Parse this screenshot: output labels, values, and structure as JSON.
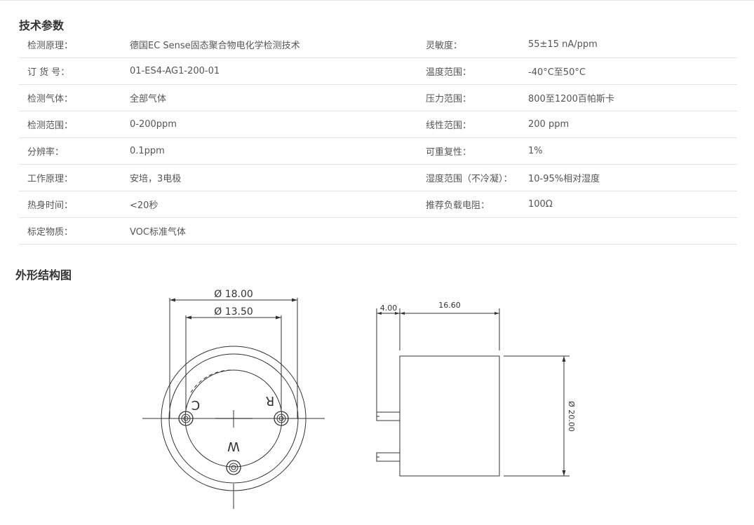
{
  "sections": {
    "specs_title": "技术参数",
    "drawing_title": "外形结构图"
  },
  "specs": [
    {
      "label1": "检测原理：",
      "value1": "德国EC Sense固态聚合物电化学检测技术",
      "label2": "灵敏度：",
      "value2": "55±15 nA/ppm"
    },
    {
      "label1": "订 货 号：",
      "value1": "01-ES4-AG1-200-01",
      "label2": "温度范围：",
      "value2": "-40°C至50°C"
    },
    {
      "label1": "检测气体：",
      "value1": "全部气体",
      "label2": "压力范围：",
      "value2": "800至1200百帕斯卡"
    },
    {
      "label1": "检测范围：",
      "value1": "0-200ppm",
      "label2": "线性范围：",
      "value2": "200 ppm"
    },
    {
      "label1": "分辨率：",
      "value1": "0.1ppm",
      "label2": "可重复性：",
      "value2": "1%"
    },
    {
      "label1": "工作原理：",
      "value1": "安培，3电极",
      "label2": "湿度范围（不冷凝）：",
      "value2": "10-95%相对湿度"
    },
    {
      "label1": "热身时间：",
      "value1": "<20秒",
      "label2": "推荐负载电阻：",
      "value2": "100Ω"
    },
    {
      "label1": "标定物质：",
      "value1": "VOC标准气体",
      "label2": "",
      "value2": ""
    }
  ],
  "drawing": {
    "dim_outer": "Ø 18.00",
    "dim_inner": "Ø 13.50",
    "dim_pin": "4.00",
    "dim_length": "16.60",
    "dim_diameter": "Ø 20.00",
    "pin_c": "C",
    "pin_r": "R",
    "pin_w": "W"
  }
}
